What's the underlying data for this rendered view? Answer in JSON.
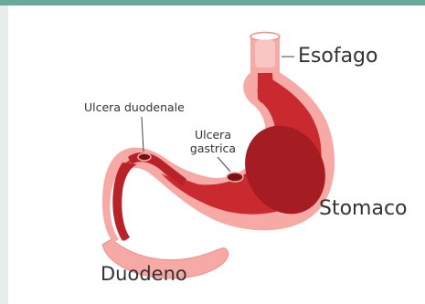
{
  "labels": {
    "esophagus": "Esofago",
    "stomach": "Stomaco",
    "duodenum": "Duodeno",
    "duodenal_ulcer": "Ulcera duodenale",
    "gastric_ulcer_line1": "Ulcera",
    "gastric_ulcer_line2": "gastrica"
  },
  "colors": {
    "frame_accent": "#6aa89a",
    "stomach_wall": "#f6a9a5",
    "stomach_inner": "#c92a2f",
    "stomach_deep": "#a51c22",
    "ulcer": "#7a1014",
    "text": "#333333"
  }
}
